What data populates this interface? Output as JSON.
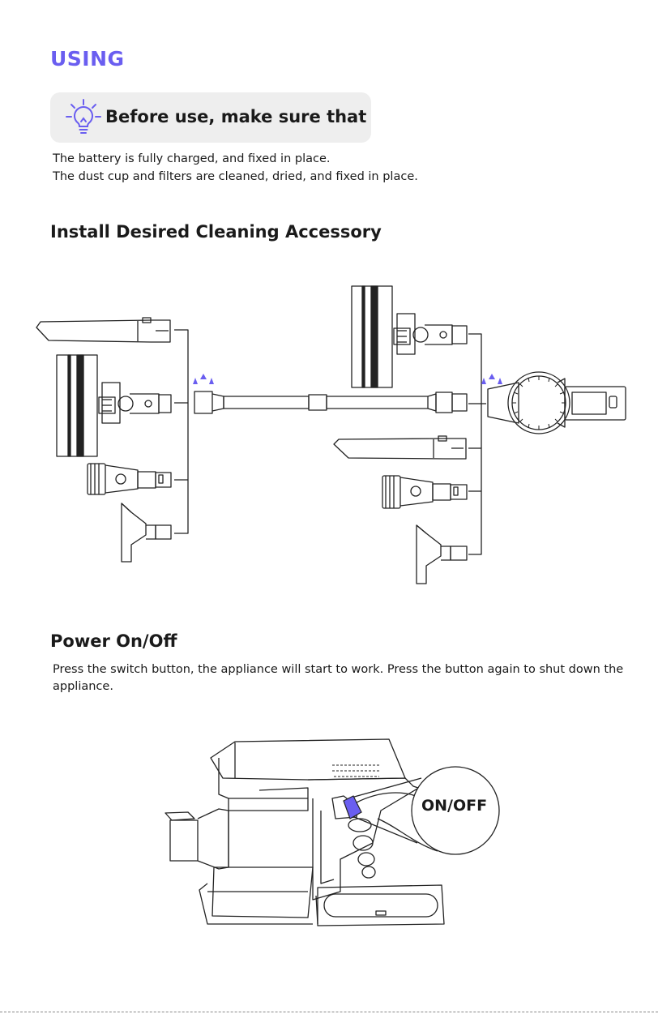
{
  "title": "USING",
  "tip": {
    "heading": "Before use, make sure that",
    "icon": "lightbulb-icon",
    "items": [
      "The battery is fully charged, and fixed in place.",
      "The dust cup and filters are cleaned, dried, and fixed in place."
    ]
  },
  "install": {
    "heading": "Install Desired Cleaning Accessory"
  },
  "power": {
    "heading": "Power On/Off",
    "description": "Press the switch button, the appliance will start to work. Press the button again to shut down the appliance.",
    "callout_label": "ON/OFF"
  },
  "colors": {
    "accent": "#6a5ef0",
    "tip_background": "#eeeeee",
    "text": "#1a1a1a"
  }
}
